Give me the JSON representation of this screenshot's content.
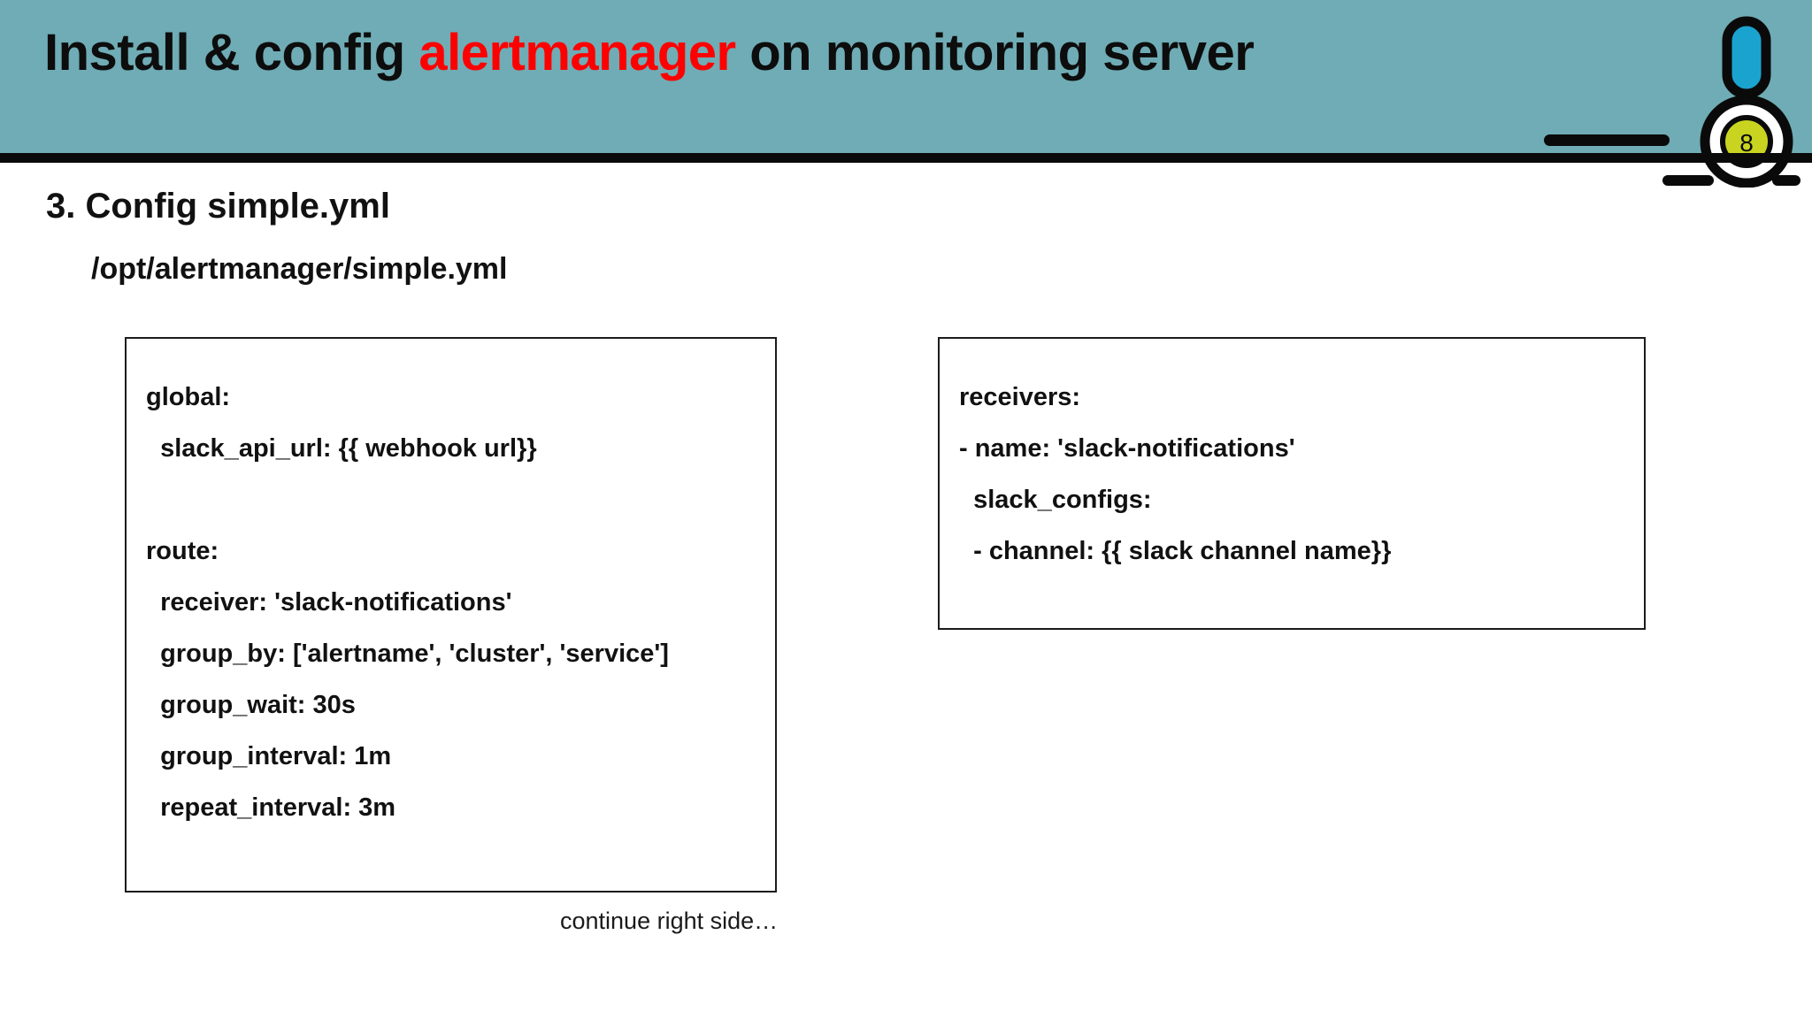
{
  "header": {
    "title_before": "Install & config ",
    "title_accent": "alertmanager",
    "title_after": " on monitoring server",
    "band_color": "#6FACB5",
    "accent_color": "#FF0000",
    "rule_color": "#0A0A0A"
  },
  "marker": {
    "number": "8",
    "pill_color": "#1BA3CF",
    "badge_color": "#C8D420",
    "ring_color": "#FFFFFF",
    "outline_color": "#0A0A0A"
  },
  "body": {
    "section_heading": "3. Config simple.yml",
    "path": "/opt/alertmanager/simple.yml",
    "continue_note": "continue right side…"
  },
  "code_boxes": [
    {
      "id": "left",
      "lines": [
        "global:",
        "  slack_api_url: {{ webhook url}}",
        "",
        "route:",
        "  receiver: 'slack-notifications'",
        "  group_by: ['alertname', 'cluster', 'service']",
        "  group_wait: 30s",
        "  group_interval: 1m",
        "  repeat_interval: 3m"
      ]
    },
    {
      "id": "right",
      "lines": [
        "receivers:",
        "- name: 'slack-notifications'",
        "  slack_configs:",
        "  - channel: {{ slack channel name}}"
      ]
    }
  ]
}
